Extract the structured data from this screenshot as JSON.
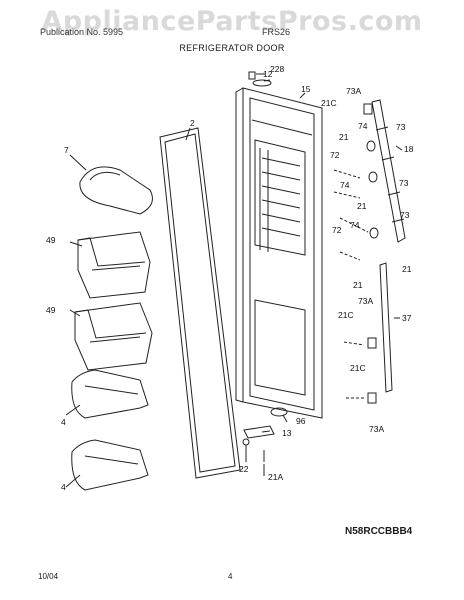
{
  "watermark": "AppliancePartsPros.com",
  "header": {
    "left_text": "Publication No. 5995",
    "right_text": "FRS26",
    "title": "REFRIGERATOR DOOR"
  },
  "model_code": "N58RCCBBB4",
  "footer": {
    "date": "10/04",
    "page": "4"
  },
  "callouts": {
    "c228": "228",
    "c12": "12",
    "c15": "15",
    "c2": "2",
    "c7": "7",
    "c21C_a": "21C",
    "c73A_a": "73A",
    "c21_a": "21",
    "c74_a": "74",
    "c73_a": "73",
    "c18": "18",
    "c72_a": "72",
    "c74_b": "74",
    "c21_b": "21",
    "c73_b": "73",
    "c74_c": "74",
    "c72_b": "72",
    "c73_c": "73",
    "c21_c": "21",
    "c21_d": "21",
    "c49_a": "49",
    "c49_b": "49",
    "c73A_b": "73A",
    "c21C_b": "21C",
    "c37": "37",
    "c21C_c": "21C",
    "c4_a": "4",
    "c4_b": "4",
    "c96": "96",
    "c13": "13",
    "c22": "22",
    "c21A": "21A",
    "c73A_c": "73A"
  },
  "colors": {
    "line": "#222222",
    "watermark": "#d9d9d9"
  }
}
